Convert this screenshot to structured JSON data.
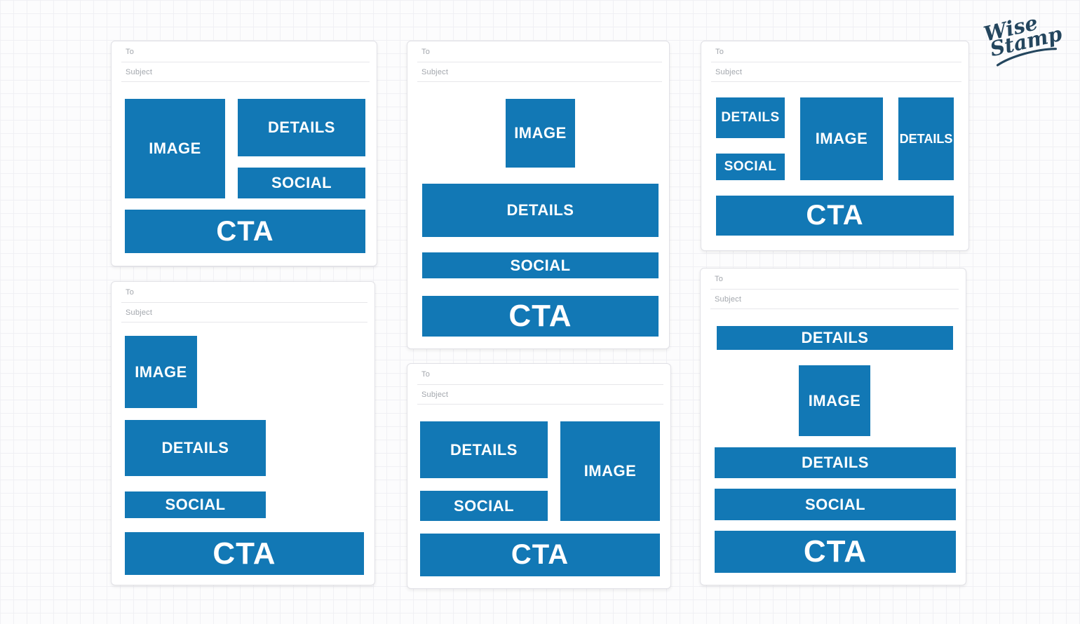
{
  "brand": {
    "logo_line1": "Wise",
    "logo_line2": "Stamp",
    "logo_color": "#24465e"
  },
  "colors": {
    "block_blue": "#1278b5",
    "block_text": "#ffffff",
    "card_background": "#ffffff",
    "grid_line": "#f0f0f4",
    "header_text": "#a2a6ac"
  },
  "email_form": {
    "to_label": "To",
    "subject_label": "Subject"
  },
  "cards": [
    {
      "name": "layout-image-left-details-social-right-cta-bottom",
      "blocks": {
        "image": "IMAGE",
        "details": "DETAILS",
        "social": "SOCIAL",
        "cta": "CTA"
      }
    },
    {
      "name": "layout-image-top-center-stacked-bars",
      "blocks": {
        "image": "IMAGE",
        "details": "DETAILS",
        "social": "SOCIAL",
        "cta": "CTA"
      }
    },
    {
      "name": "layout-three-columns-cta-bottom",
      "blocks": {
        "details1": "DETAILS",
        "social": "SOCIAL",
        "image": "IMAGE",
        "details2": "DETAILS",
        "cta": "CTA"
      }
    },
    {
      "name": "layout-image-top-left-stacked-bars",
      "blocks": {
        "image": "IMAGE",
        "details": "DETAILS",
        "social": "SOCIAL",
        "cta": "CTA"
      }
    },
    {
      "name": "layout-details-social-left-image-right-cta-bottom",
      "blocks": {
        "details": "DETAILS",
        "social": "SOCIAL",
        "image": "IMAGE",
        "cta": "CTA"
      }
    },
    {
      "name": "layout-details-top-image-center-stacked-bars",
      "blocks": {
        "details1": "DETAILS",
        "image": "IMAGE",
        "details2": "DETAILS",
        "social": "SOCIAL",
        "cta": "CTA"
      }
    }
  ]
}
